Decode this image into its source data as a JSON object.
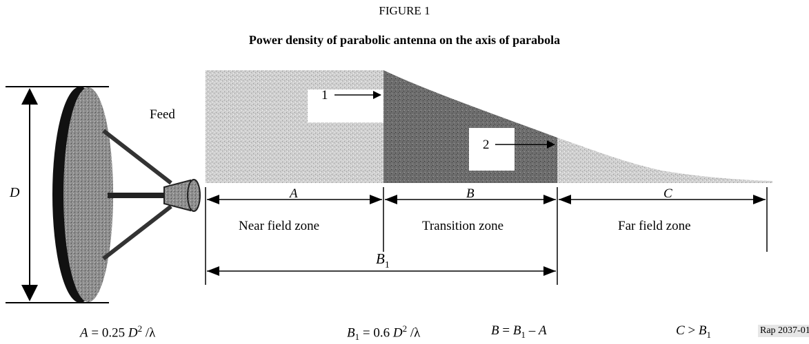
{
  "figure": {
    "label": "FIGURE 1",
    "title": "Power density of parabolic antenna on the axis of parabola"
  },
  "antenna": {
    "feed_label": "Feed",
    "diameter_label": "D"
  },
  "markers": {
    "one": "1",
    "two": "2"
  },
  "segments": {
    "a_label": "A",
    "b_label": "B",
    "c_label": "C",
    "b1_label": "B",
    "b1_sub": "1"
  },
  "zones": {
    "near": "Near field zone",
    "transition": "Transition zone",
    "far": "Far field zone"
  },
  "formulas": {
    "a": {
      "lhs": "A",
      "eq": " = 0.25 ",
      "d": "D",
      "sup": "2",
      "tail": " /λ"
    },
    "b1": {
      "lhs": "B",
      "sub": "1",
      "eq": " = 0.6 ",
      "d": "D",
      "sup": "2",
      "tail": " /λ"
    },
    "b": {
      "lhs": "B",
      "eq": " = ",
      "b1": "B",
      "b1sub": "1",
      "minus": " – ",
      "a": "A"
    },
    "c": {
      "lhs": "C",
      "gt": " > ",
      "b1": "B",
      "b1sub": "1"
    }
  },
  "reference": "Rap 2037-01",
  "colors": {
    "near_field_fill": "#c9c9c9",
    "transition_fill": "#6f6f6f",
    "far_field_fill": "#d2d2d2",
    "dish_fill": "#8a8a8a",
    "dish_rim": "#111111"
  }
}
